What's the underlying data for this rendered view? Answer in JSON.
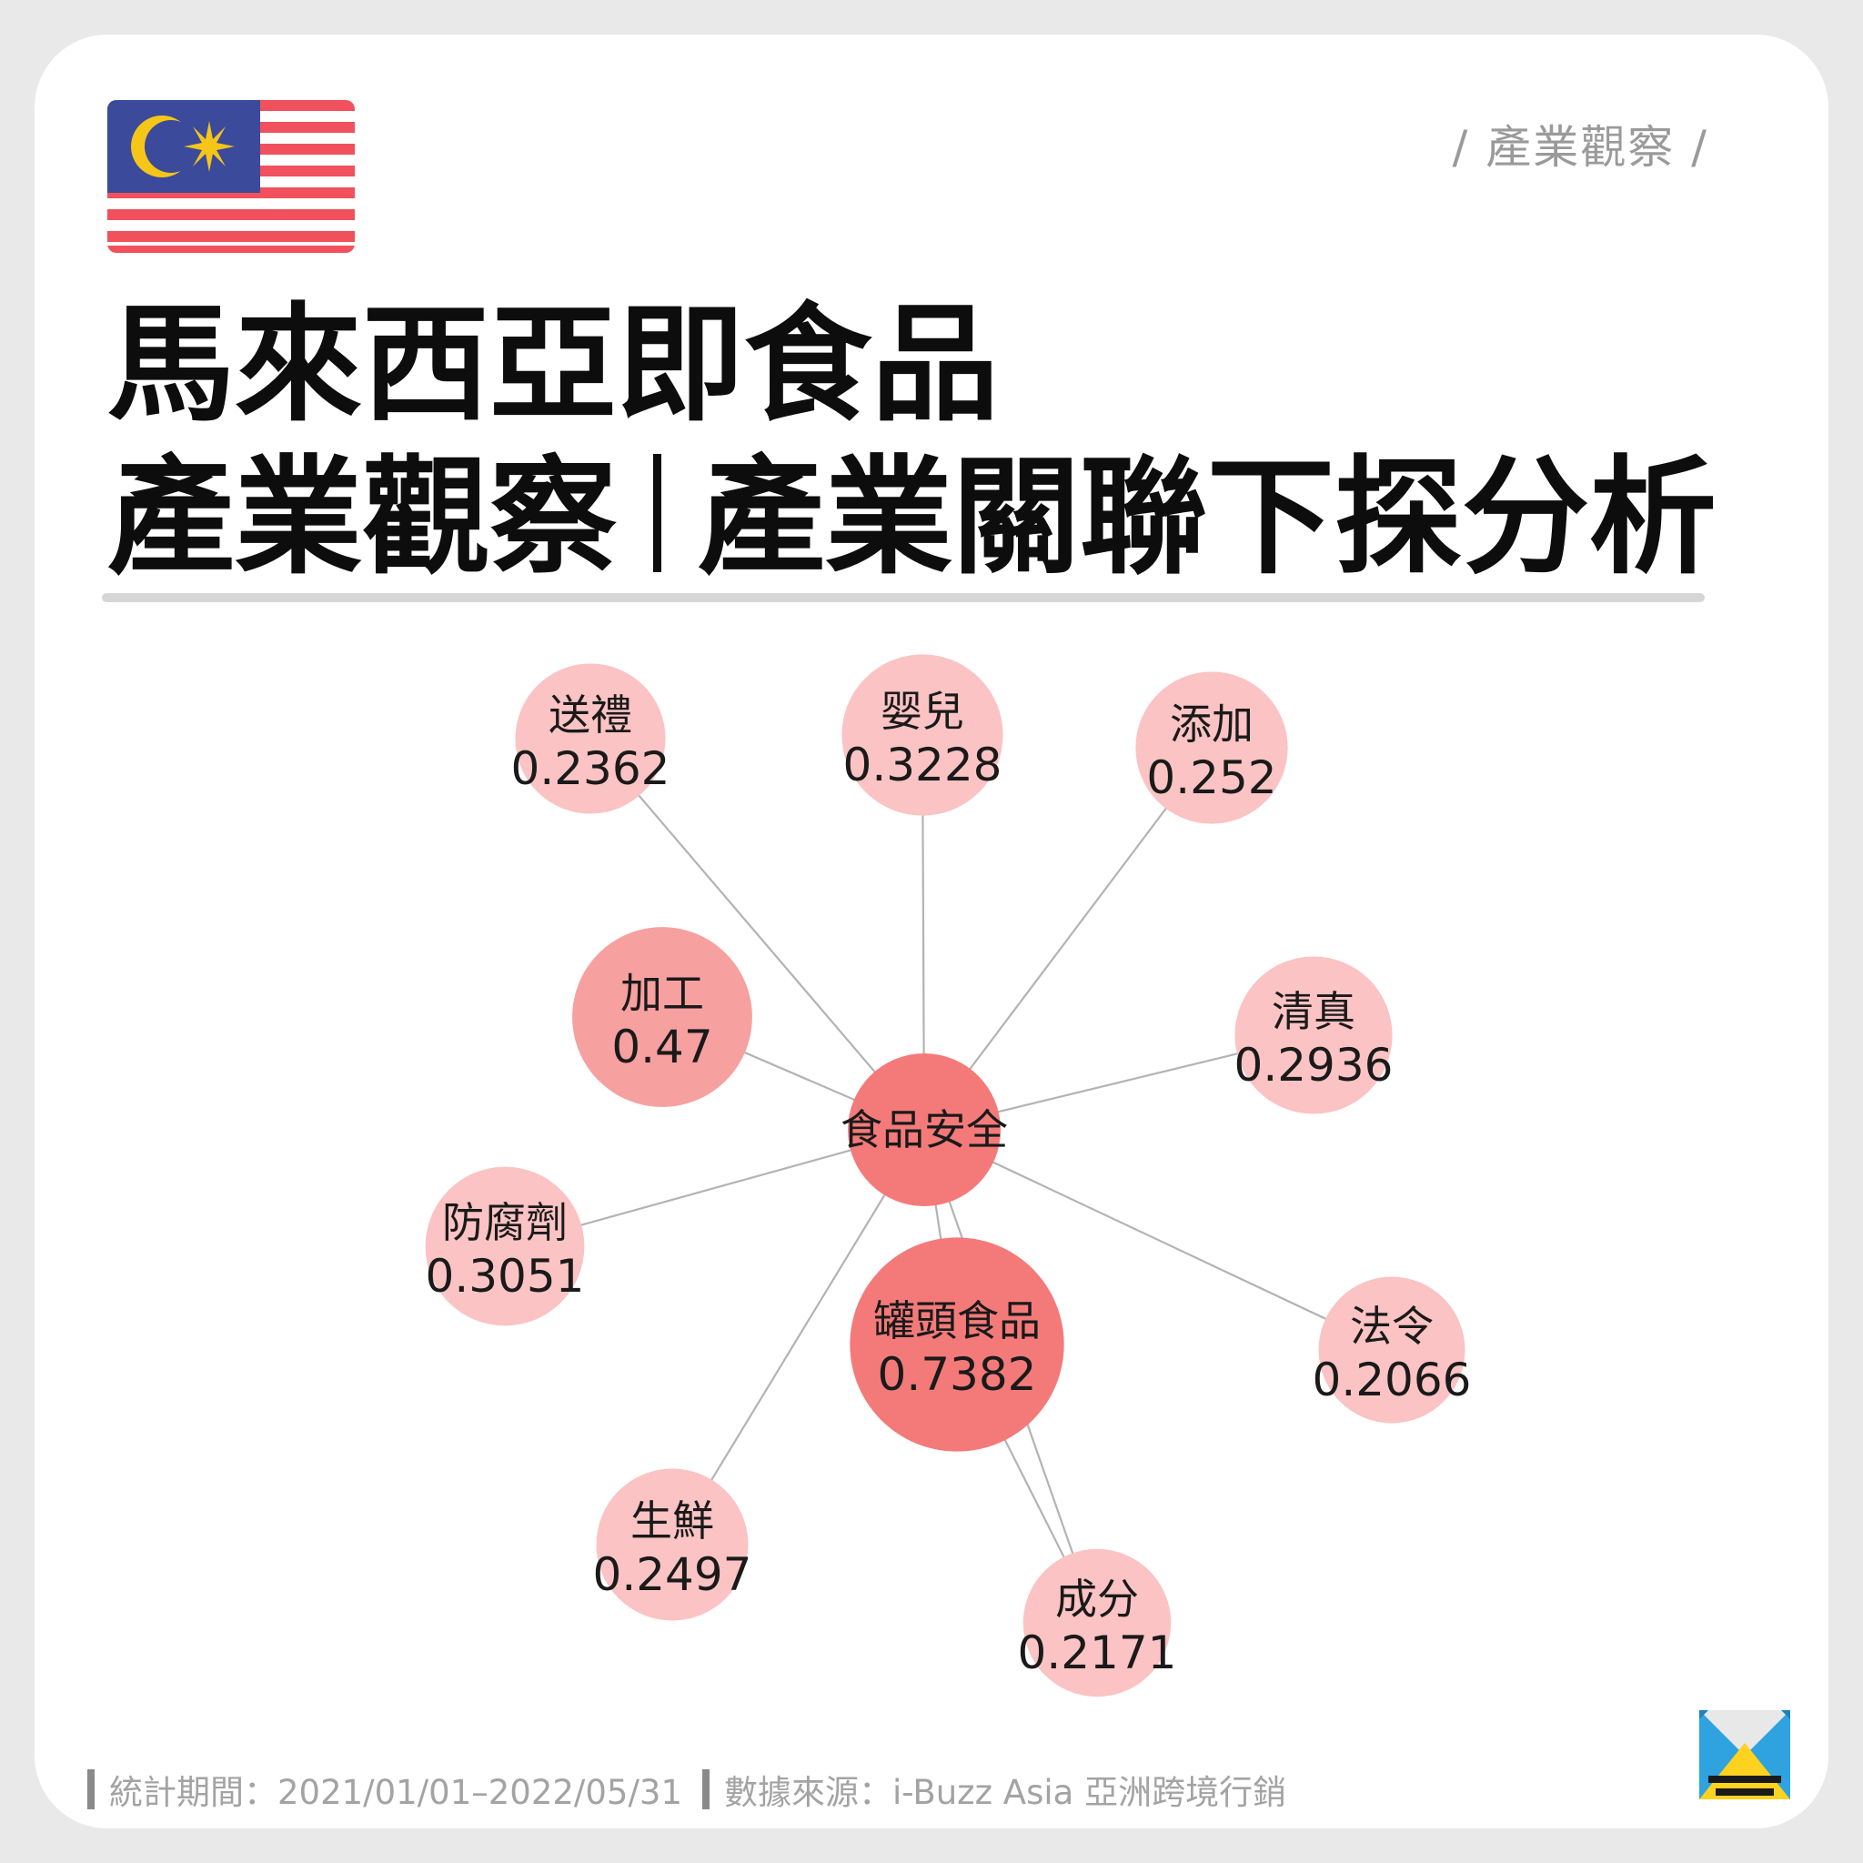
{
  "header": {
    "tag": "/ 產業觀察 /",
    "title_line1": "馬來西亞即食品",
    "title_line2_a": "產業觀察",
    "title_line2_b": "產業關聯下探分析"
  },
  "colors": {
    "center": "#f47a7a",
    "strong": "#f7a0a0",
    "weak": "#fbc3c3",
    "edge": "#b3b3b3",
    "text": "#1a1a1a"
  },
  "network": {
    "center": {
      "label": "食品安全"
    },
    "nodes": [
      {
        "label": "罐頭食品",
        "value": "0.7382",
        "weight": 0.7382,
        "connected_to": [
          "center",
          "成分"
        ]
      },
      {
        "label": "加工",
        "value": "0.47",
        "weight": 0.47,
        "connected_to": [
          "center"
        ]
      },
      {
        "label": "婴兒",
        "value": "0.3228",
        "weight": 0.3228,
        "connected_to": [
          "center"
        ]
      },
      {
        "label": "防腐劑",
        "value": "0.3051",
        "weight": 0.3051,
        "connected_to": [
          "center"
        ]
      },
      {
        "label": "清真",
        "value": "0.2936",
        "weight": 0.2936,
        "connected_to": [
          "center"
        ]
      },
      {
        "label": "添加",
        "value": "0.252",
        "weight": 0.252,
        "connected_to": [
          "center"
        ]
      },
      {
        "label": "生鮮",
        "value": "0.2497",
        "weight": 0.2497,
        "connected_to": [
          "center"
        ]
      },
      {
        "label": "送禮",
        "value": "0.2362",
        "weight": 0.2362,
        "connected_to": [
          "center"
        ]
      },
      {
        "label": "成分",
        "value": "0.2171",
        "weight": 0.2171,
        "connected_to": [
          "center"
        ]
      },
      {
        "label": "法令",
        "value": "0.2066",
        "weight": 0.2066,
        "connected_to": [
          "center"
        ]
      }
    ]
  },
  "footer": {
    "period": "統計期間：2021/01/01–2022/05/31",
    "source": "數據來源：i-Buzz Asia 亞洲跨境行銷"
  }
}
